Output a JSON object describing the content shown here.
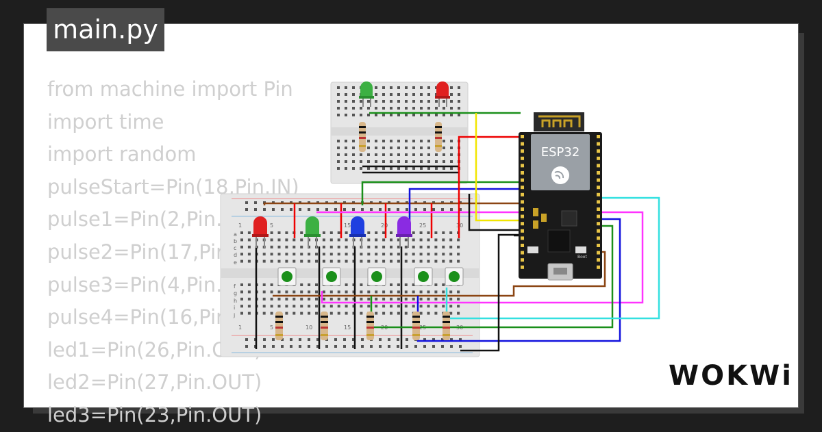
{
  "file_tab": {
    "name": "main.py"
  },
  "code_lines": [
    "from machine import Pin",
    "import time",
    "import random",
    "pulseStart=Pin(18,Pin.IN)",
    "pulse1=Pin(2,Pin.IN)",
    "pulse2=Pin(17,Pin.IN)",
    "pulse3=Pin(4,Pin.IN)",
    "pulse4=Pin(16,Pin.IN)",
    "led1=Pin(26,Pin.OUT)",
    "led2=Pin(27,Pin.OUT)",
    "led3=Pin(23,Pin.OUT)"
  ],
  "board": {
    "label": "ESP32",
    "boot_label": "Boot"
  },
  "breadboard_numbers": [
    "1",
    "5",
    "10",
    "15",
    "20",
    "25",
    "30"
  ],
  "breadboard_rows_top": [
    "a",
    "b",
    "c",
    "d",
    "e"
  ],
  "breadboard_rows_bottom": [
    "f",
    "g",
    "h",
    "i",
    "j"
  ],
  "brand": {
    "name": "WOKWi"
  },
  "colors": {
    "background": "#1e1e1e",
    "card": "#ffffff",
    "tab": "#4a4a4a",
    "code_text": "#cfcfcf",
    "breadboard": "#e6e6e6",
    "board": "#1a1a1a"
  }
}
